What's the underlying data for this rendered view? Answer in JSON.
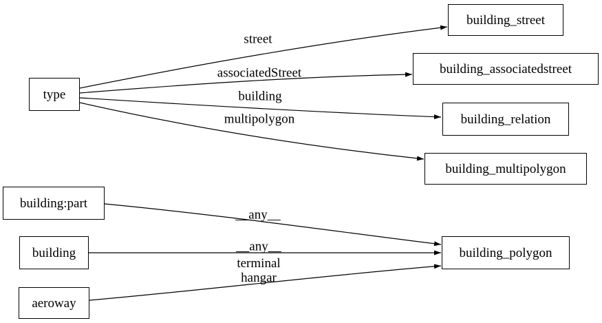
{
  "diagram": {
    "type": "directed-graph",
    "background_color": "#ffffff",
    "node_border_color": "#000000",
    "node_fill_color": "#ffffff",
    "edge_color": "#000000",
    "text_color": "#000000",
    "nodes": [
      {
        "id": "type",
        "label": "type"
      },
      {
        "id": "building_street",
        "label": "building_street"
      },
      {
        "id": "building_associatedstreet",
        "label": "building_associatedstreet"
      },
      {
        "id": "building_relation",
        "label": "building_relation"
      },
      {
        "id": "building_multipolygon",
        "label": "building_multipolygon"
      },
      {
        "id": "building:part",
        "label": "building:part"
      },
      {
        "id": "building",
        "label": "building"
      },
      {
        "id": "aeroway",
        "label": "aeroway"
      },
      {
        "id": "building_polygon",
        "label": "building_polygon"
      }
    ],
    "edges": [
      {
        "from": "type",
        "to": "building_street",
        "label": "street"
      },
      {
        "from": "type",
        "to": "building_associatedstreet",
        "label": "associatedStreet"
      },
      {
        "from": "type",
        "to": "building_relation",
        "label": "building"
      },
      {
        "from": "type",
        "to": "building_multipolygon",
        "label": "multipolygon"
      },
      {
        "from": "building:part",
        "to": "building_polygon",
        "label": "__any__"
      },
      {
        "from": "building",
        "to": "building_polygon",
        "label": "__any__"
      },
      {
        "from": "aeroway",
        "to": "building_polygon",
        "label": "terminal\nhangar"
      }
    ]
  }
}
